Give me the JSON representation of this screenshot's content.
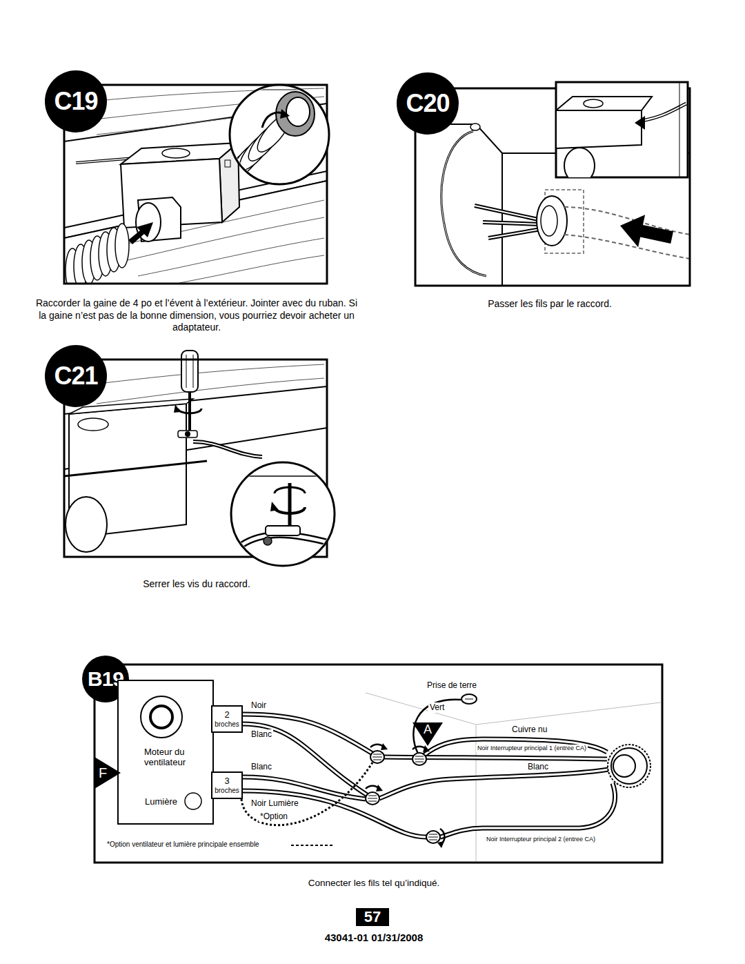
{
  "diagram": {
    "nodes": [
      {
        "text": [
          "C19"
        ]
      },
      {
        "text": [
          "C20"
        ]
      },
      {
        "text": [
          "C21"
        ]
      },
      {
        "text": [
          "B19"
        ]
      },
      {
        "text": [
          "Moteur du ventilateur",
          "Lumière"
        ]
      },
      {
        "text": [
          "2",
          "broches"
        ]
      },
      {
        "text": [
          "3",
          "broches"
        ]
      },
      {
        "text": [
          "F"
        ]
      },
      {
        "text": [
          "A"
        ]
      },
      {
        "text": [
          "57"
        ]
      }
    ],
    "labels": [
      "Raccorder la gaine de 4 po et l’évent à l’extérieur. Jointer avec du ruban. Si la gaine n’est pas de la bonne dimension, vous pourriez devoir acheter un adaptateur.",
      "Passer les fils par le raccord.",
      "Serrer les vis du raccord.",
      "Prise de terre",
      "Noir",
      "Vert",
      "Cuivre nu",
      "Blanc",
      "Noir Interrupteur principal 1 (entree CA)",
      "Blanc",
      "Blanc",
      "Noir Lumière",
      "*Option",
      "*Option ventilateur et lumière principale ensemble",
      "Noir Interrupteur principal 2 (entree CA)",
      "Connecter les fils tel qu’indiqué.",
      "43041-01 01/31/2008"
    ]
  }
}
